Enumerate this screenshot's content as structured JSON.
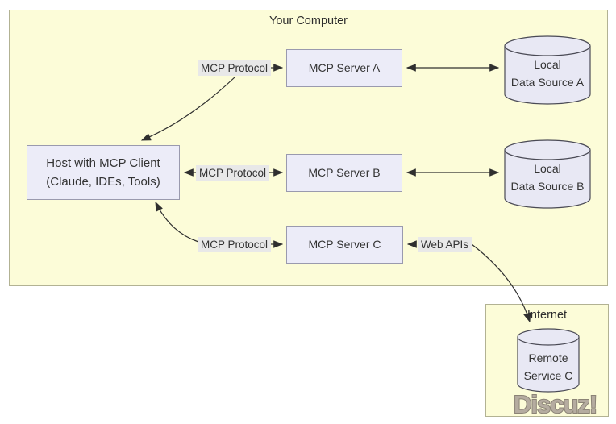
{
  "groups": {
    "computer": "Your Computer",
    "internet": "Internet"
  },
  "nodes": {
    "host": {
      "line1": "Host with MCP Client",
      "line2": "(Claude, IDEs, Tools)"
    },
    "server_a": "MCP Server A",
    "server_b": "MCP Server B",
    "server_c": "MCP Server C",
    "data_a": {
      "line1": "Local",
      "line2": "Data Source A"
    },
    "data_b": {
      "line1": "Local",
      "line2": "Data Source B"
    },
    "remote_c": {
      "line1": "Remote",
      "line2": "Service C"
    }
  },
  "edge_labels": {
    "protocol_a": "MCP Protocol",
    "protocol_b": "MCP Protocol",
    "protocol_c": "MCP Protocol",
    "web_apis": "Web APIs"
  },
  "watermark": "Discuz!",
  "colors": {
    "group_fill": "#fcfcd8",
    "group_border": "#b2b293",
    "node_fill": "#ececf8",
    "node_border": "#9a9aae",
    "cylinder_fill": "#e8e8f4",
    "cylinder_border": "#4a4a55",
    "edge_label_bg": "#e8e8e8",
    "arrow": "#2f2f2f",
    "watermark_fill": "#b5aca0",
    "watermark_stroke": "#8b8376"
  }
}
